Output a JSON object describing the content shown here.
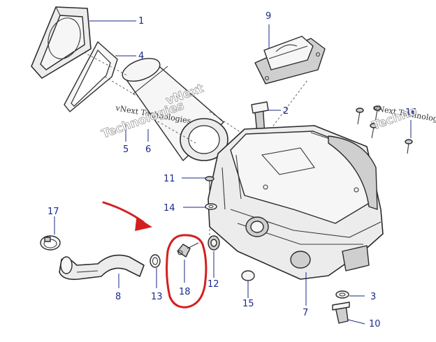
{
  "callouts": {
    "c1": "1",
    "c2": "2",
    "c3": "3",
    "c4": "4",
    "c5": "5",
    "c6": "6",
    "c7": "7",
    "c8": "8",
    "c9": "9",
    "c10": "10",
    "c11": "11",
    "c12": "12",
    "c13": "13",
    "c14": "14",
    "c15": "15",
    "c16": "16",
    "c17": "17",
    "c18": "18"
  },
  "watermarks": {
    "line1": "vNext Technologies",
    "line2_a": "vNext",
    "line2_b": "Technologies",
    "line3_a": "vNext Technologies",
    "line3_b": "Techno"
  },
  "colors": {
    "callout_text": "#1a2a8a",
    "annotation_red": "#d41f1f",
    "part_fill": "#ececec",
    "outline": "#2b2b2b"
  }
}
